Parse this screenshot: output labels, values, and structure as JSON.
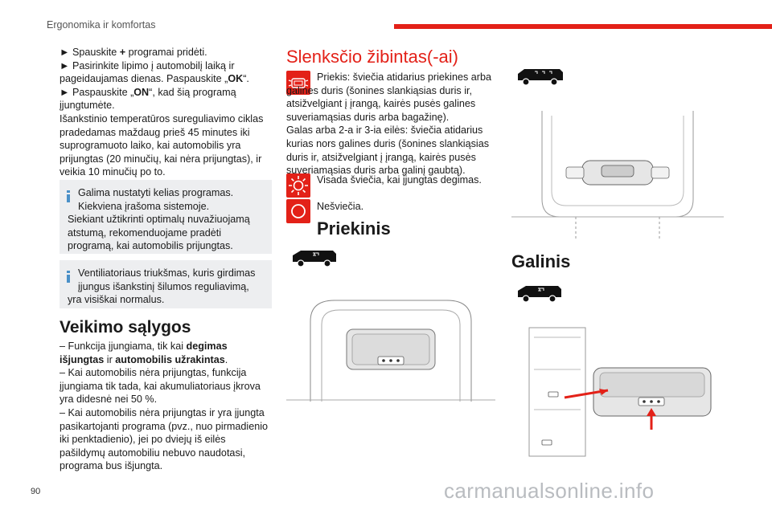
{
  "header": {
    "section_title": "Ergonomika ir komfortas",
    "accent_color": "#e32118"
  },
  "left": {
    "bullets": [
      {
        "pre": "► Spauskite ",
        "bold": "+",
        "post": " programai pridėti."
      },
      {
        "pre": "► Pasirinkite lipimo į automobilį laiką ir pageidaujamas dienas. Paspauskite „",
        "bold": "OK",
        "post": "“."
      },
      {
        "pre": "► Paspauskite „",
        "bold": "ON",
        "post": "“, kad šią programą įjungtumėte."
      }
    ],
    "paragraph": "Išankstinio temperatūros sureguliavimo ciklas pradedamas maždaug prieš 45 minutes iki suprogramuoto laiko, kai automobilis yra prijungtas (20 minučių, kai nėra prijungtas), ir veikia 10 minučių po to.",
    "info1": {
      "line1": "Galima nustatyti kelias programas.",
      "line2": "Kiekviena įrašoma sistemoje.",
      "rest": "Siekiant užtikrinti optimalų nuvažiuojamą atstumą, rekomenduojame pradėti programą, kai automobilis prijungtas."
    },
    "info2": {
      "line1": "Ventiliatoriaus triukšmas, kuris girdimas",
      "line2": "įjungus išankstinį šilumos reguliavimą,",
      "rest": "yra visiškai normalus."
    },
    "conditions_heading": "Veikimo sąlygos",
    "conditions": [
      {
        "pre": "– Funkcija įjungiama, tik kai ",
        "bold1": "degimas išjungtas",
        "mid": " ir ",
        "bold2": "automobilis užrakintas",
        "post": "."
      },
      {
        "pre": "– Kai automobilis nėra prijungtas, funkcija įjungiama tik tada, kai akumuliatoriaus įkrova yra didesnė nei 50 %.",
        "bold1": "",
        "mid": "",
        "bold2": "",
        "post": ""
      },
      {
        "pre": "– Kai automobilis nėra prijungtas ir yra įjungta pasikartojanti programa (pvz., nuo pirmadienio iki penktadienio), jei po dviejų iš eilės pašildymų automobiliu nebuvo naudotasi, programa bus išjungta.",
        "bold1": "",
        "mid": "",
        "bold2": "",
        "post": ""
      }
    ]
  },
  "middle": {
    "heading": "Slenksčio žibintas(-ai)",
    "desc1": "Priekis: šviečia atidarius priekines arba galines duris (šonines slankiąsias duris ir, atsižvelgiant į įrangą, kairės pusės galines suveriamąsias duris arba bagažinę).",
    "desc2": "Galas arba 2-a ir 3-ia eilės: šviečia atidarius kurias nors galines duris (šonines slankiąsias duris ir, atsižvelgiant į įrangą, kairės pusės suveriamąsias duris arba galinį gaubtą).",
    "always_on": "Visada šviečia, kai įjungtas degimas.",
    "off": "Nešviečia.",
    "front_heading": "Priekinis",
    "icon_names": [
      "door-light-icon",
      "sun-icon",
      "circle-off-icon"
    ]
  },
  "right": {
    "rear_heading": "Galinis"
  },
  "footer": {
    "page_number": "90",
    "watermark": "carmanualsonline.info"
  }
}
